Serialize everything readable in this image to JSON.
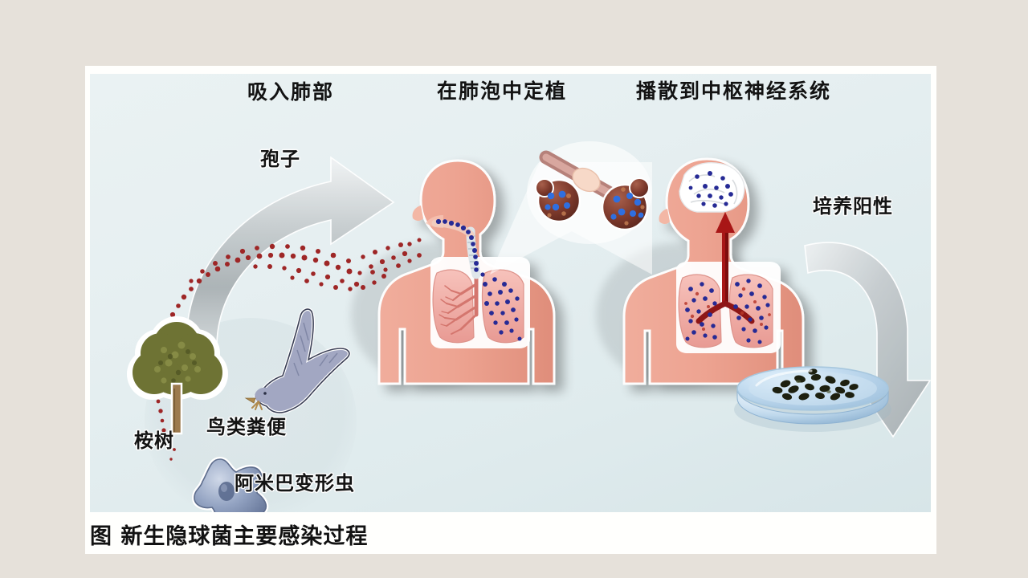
{
  "figure": {
    "caption": "图 新生隐球菌主要感染过程",
    "background_color": "#e6e1da",
    "slide_color": "#fffffd",
    "panel_color": "#e3eef0"
  },
  "stages": [
    {
      "id": "inhalation",
      "label": "吸入肺部"
    },
    {
      "id": "colonization",
      "label": "在肺泡中定植"
    },
    {
      "id": "dissemination",
      "label": "播散到中枢神经系统"
    }
  ],
  "annotations": {
    "spores": "孢子",
    "culture_positive": "培养阳性"
  },
  "reservoirs": [
    {
      "id": "eucalyptus-tree",
      "label": "桉树",
      "icon": "tree-icon"
    },
    {
      "id": "bird-droppings",
      "label": "鸟类粪便",
      "icon": "bird-icon"
    },
    {
      "id": "amoeba",
      "label": "阿米巴变形虫",
      "icon": "amoeba-icon"
    }
  ],
  "elements": {
    "human_left": {
      "name": "human-figure-inhaling",
      "description": "torso with lungs and trachea, fungal cells entering airway"
    },
    "human_right": {
      "name": "human-figure-disseminated",
      "description": "torso with infected lungs and brain, red arrow to brain"
    },
    "alveoli_inset": {
      "name": "alveoli-inset",
      "description": "two alveolar sacs with fungal cells"
    },
    "petri_dish": {
      "name": "petri-dish",
      "description": "culture plate with dark colonies"
    },
    "arrow_left": {
      "name": "inhalation-arrow",
      "direction": "right"
    },
    "arrow_right": {
      "name": "culture-arrow",
      "direction": "down"
    },
    "spore_trail": {
      "name": "spore-trail",
      "color": "#a32a2a"
    }
  },
  "colors": {
    "skin": "#eda391",
    "skin_shade": "#e4917e",
    "lung": "#f3b5ae",
    "lung_deep": "#e8908c",
    "fungus_blue": "#2a2f9e",
    "vessel_red": "#a01818",
    "arrow_gray": "#b9bfc1",
    "tree_green": "#6f7336",
    "bird_gray": "#a1a6c0",
    "dish_blue": "#bcd9ee",
    "colony": "#20240f"
  }
}
